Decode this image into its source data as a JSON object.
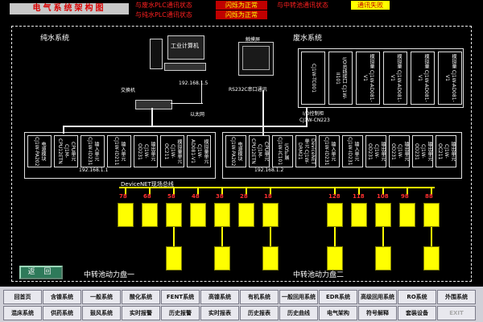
{
  "header": {
    "title": "电气系统架构图",
    "status": [
      {
        "label": "与废水PLC通讯状态",
        "value": "闪烁为正常",
        "kind": "normal"
      },
      {
        "label": "与纯水PLC通讯状态",
        "value": "闪烁为正常",
        "kind": "normal"
      },
      {
        "label": "与中转池通讯状态",
        "value": "通讯失败",
        "kind": "fail"
      }
    ]
  },
  "colors": {
    "accent": "#ffff00",
    "status_bg": "#c00000",
    "text": "#ffffff",
    "alarm": "#ff2020"
  },
  "diagram": {
    "pure_water_title": "纯水系统",
    "waste_water_title": "废水系统",
    "station": {
      "name": "工业计算机",
      "ip": "192.168.1.5"
    },
    "touch_panel": {
      "name": "触摸屏",
      "link": "RS232C串口通讯"
    },
    "switch_label": "交换机",
    "ethernet_label": "以太网",
    "io_rack": {
      "label": "I/O控制柜",
      "model": "CJ1W-CN223",
      "modules": [
        "CJ1W-TC001",
        "I/O总线接口 CJ1W-II101",
        "模拟量 CJ1W-AD081-V1",
        "模拟量 CJ1W-AD081-V1",
        "模拟量 CJ1W-AD081-V1",
        "模拟量 CJ1W-AD081-V1"
      ]
    },
    "left_rack": {
      "ip": "192.168.1.1",
      "modules": [
        "电源模块 CJ1W-PA202",
        "CPU单元 CJ1M-CPU12ETN",
        "输入单元 CJ1W-ID231",
        "输入单元 CJ1W-ID211",
        "输出单元 CJ1W-OD231",
        "模拟量单元 CJ1W-OC211",
        "模拟量单元 CJ1W-AD081-V1"
      ]
    },
    "right_rack": {
      "ip": "192.168.1.2",
      "modules": [
        "电源模块 CJ1W-PA202",
        "CPU单元 CJ1M-CPU12ETN",
        "I/O扩展 CJ1W-IC101",
        "DeviceNET单元 CJ1W-DRM21",
        "输入单元 CJ1W-ID231",
        "输入单元 CJ1W-ID231",
        "输出单元 CJ1W-OD231",
        "输出单元 CJ1W-OD231",
        "输出单元 CJ1W-OD231",
        "输出单元 CJ1W-OC211"
      ]
    },
    "devicenet_label": "DeviceNET现场总线",
    "valve_groups": {
      "left": [
        {
          "num": "78"
        },
        {
          "num": "68"
        },
        {
          "num": "58"
        },
        {
          "num": "48"
        },
        {
          "num": "38"
        },
        {
          "num": "28"
        },
        {
          "num": "18"
        }
      ],
      "right": [
        {
          "num": "128"
        },
        {
          "num": "118"
        },
        {
          "num": "108"
        },
        {
          "num": "98"
        },
        {
          "num": "88"
        }
      ]
    },
    "panel_left": "中转池动力盘一",
    "panel_right": "中转池动力盘二"
  },
  "back_button": "返 回",
  "nav": {
    "row1": [
      "回首页",
      "含镍系统",
      "一般系统",
      "酸化系统",
      "FENT系统",
      "高镍系统",
      "有机系统",
      "一般回用系统",
      "EDR系统",
      "高级回用系统",
      "RO系统",
      "外围系统"
    ],
    "row2": [
      "混床系统",
      "供药系统",
      "鼓风系统",
      "实时报警",
      "历史报警",
      "实时报表",
      "历史报表",
      "历史曲线",
      "电气架构",
      "符号解释",
      "套装设备",
      "EXIT"
    ]
  }
}
